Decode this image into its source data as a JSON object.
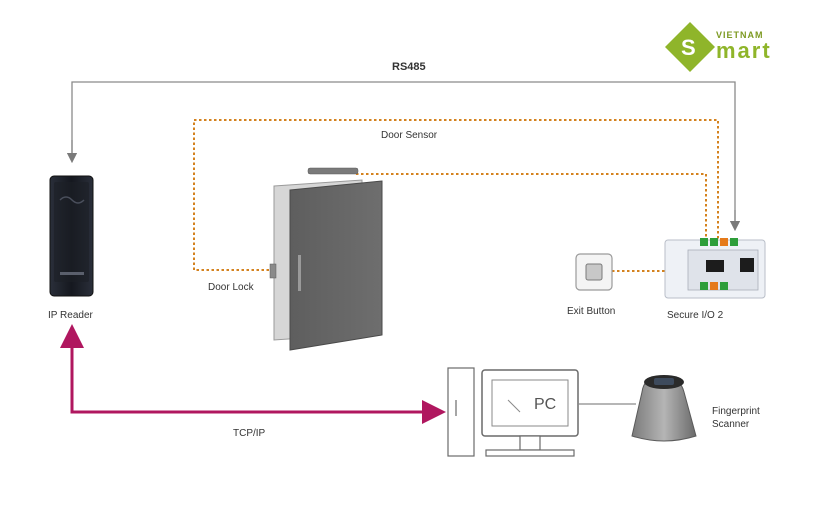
{
  "logo": {
    "top_text": "VIETNAM",
    "main_text": "mart"
  },
  "labels": {
    "rs485": "RS485",
    "door_sensor": "Door Sensor",
    "door_lock": "Door Lock",
    "ip_reader": "IP Reader",
    "exit_button": "Exit Button",
    "secure_io": "Secure I/O 2",
    "tcpip": "TCP/IP",
    "pc": "PC",
    "fingerprint_line1": "Fingerprint",
    "fingerprint_line2": "Scanner"
  },
  "colors": {
    "rs485_line": "#8a8a8a",
    "dotted_line": "#d4821e",
    "tcpip_line": "#b0175f",
    "logo_green": "#8fb52a"
  }
}
